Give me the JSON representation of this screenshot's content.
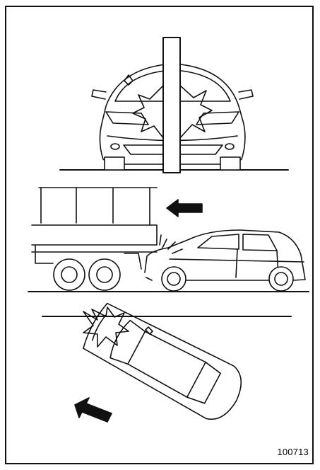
{
  "figure": {
    "id_label": "100713",
    "scenes": [
      {
        "name": "frontal-collision-with-pole"
      },
      {
        "name": "underride-collision-with-truck"
      },
      {
        "name": "angled-collision-with-barrier"
      }
    ],
    "colors": {
      "line": "#111111",
      "background": "#ffffff",
      "arrow": "#111111"
    }
  }
}
